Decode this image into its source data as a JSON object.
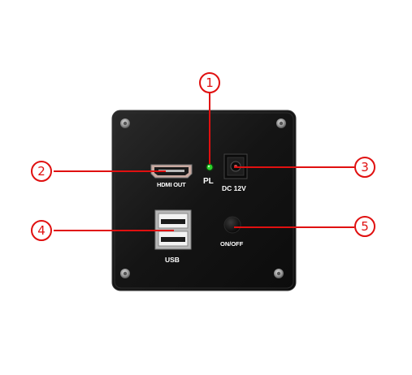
{
  "panel_labels": {
    "pl": "PL",
    "hdmi": "HDMI OUT",
    "dc": "DC 12V",
    "usb": "USB",
    "power": "ON/OFF"
  },
  "callouts": {
    "c1": "1",
    "c2": "2",
    "c3": "3",
    "c4": "4",
    "c5": "5"
  },
  "colors": {
    "callout_red": "#e01010",
    "panel": "#151515",
    "led": "#2bd12b"
  }
}
